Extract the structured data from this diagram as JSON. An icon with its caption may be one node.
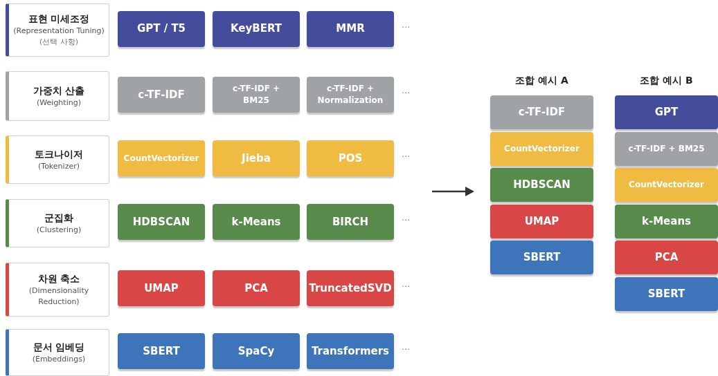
{
  "diagram": {
    "nodes": [
      {
        "text": [
          "표현 미세조정",
          "(Representation Tuning)",
          "(선택 사항)"
        ]
      },
      {
        "text": [
          "GPT / T5"
        ]
      },
      {
        "text": [
          "KeyBERT"
        ]
      },
      {
        "text": [
          "MMR"
        ]
      },
      {
        "text": [
          "가중치 산출",
          "(Weighting)"
        ]
      },
      {
        "text": [
          "c-TF-IDF"
        ]
      },
      {
        "text": [
          "c-TF-IDF + BM25"
        ]
      },
      {
        "text": [
          "c-TF-IDF + Normalization"
        ]
      },
      {
        "text": [
          "토크나이저",
          "(Tokenizer)"
        ]
      },
      {
        "text": [
          "CountVectorizer"
        ]
      },
      {
        "text": [
          "Jieba"
        ]
      },
      {
        "text": [
          "POS"
        ]
      },
      {
        "text": [
          "군집화",
          "(Clustering)"
        ]
      },
      {
        "text": [
          "HDBSCAN"
        ]
      },
      {
        "text": [
          "k-Means"
        ]
      },
      {
        "text": [
          "BIRCH"
        ]
      },
      {
        "text": [
          "차원 축소",
          "(Dimensionality Reduction)"
        ]
      },
      {
        "text": [
          "UMAP"
        ]
      },
      {
        "text": [
          "PCA"
        ]
      },
      {
        "text": [
          "TruncatedSVD"
        ]
      },
      {
        "text": [
          "문서 임베딩",
          "(Embeddings)"
        ]
      },
      {
        "text": [
          "SBERT"
        ]
      },
      {
        "text": [
          "SpaCy"
        ]
      },
      {
        "text": [
          "Transformers"
        ]
      },
      {
        "text": [
          "c-TF-IDF"
        ]
      },
      {
        "text": [
          "CountVectorizer"
        ]
      },
      {
        "text": [
          "HDBSCAN"
        ]
      },
      {
        "text": [
          "UMAP"
        ]
      },
      {
        "text": [
          "SBERT"
        ]
      },
      {
        "text": [
          "GPT"
        ]
      },
      {
        "text": [
          "c-TF-IDF + BM25"
        ]
      },
      {
        "text": [
          "CountVectorizer"
        ]
      },
      {
        "text": [
          "k-Means"
        ]
      },
      {
        "text": [
          "PCA"
        ]
      },
      {
        "text": [
          "SBERT"
        ]
      }
    ],
    "labels": [
      "···",
      "···",
      "···",
      "···",
      "···",
      "···",
      "조합 예시 A",
      "조합 예시 B"
    ]
  }
}
